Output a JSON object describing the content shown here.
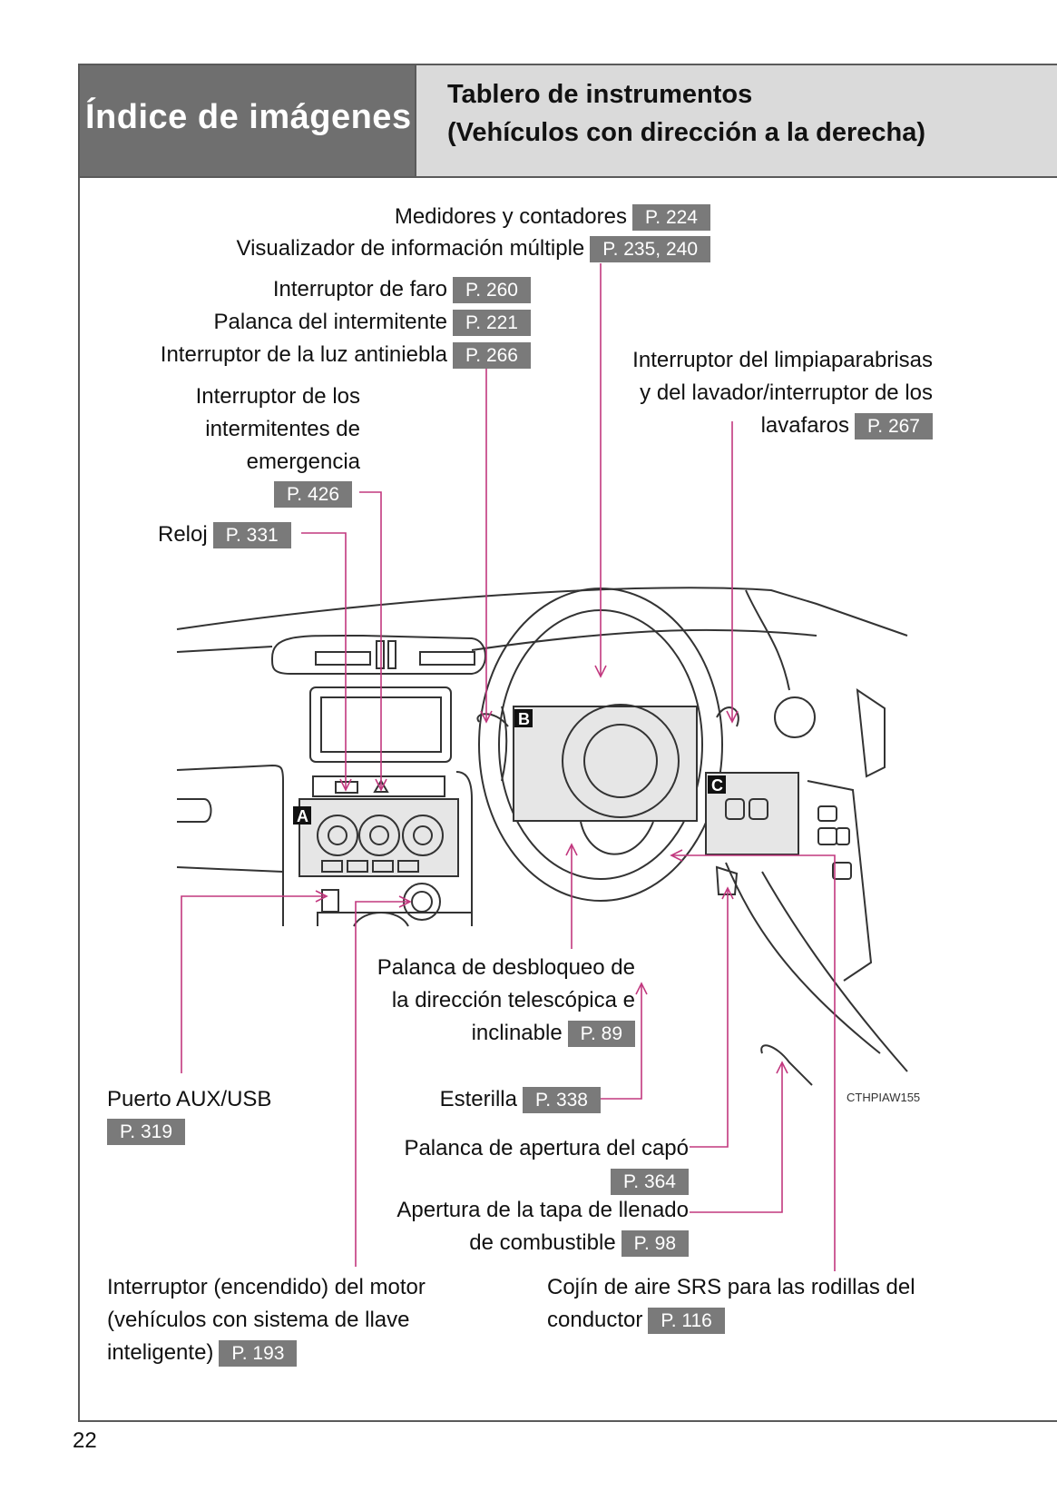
{
  "header": {
    "section": "Índice de imágenes",
    "title_line1": "Tablero de instrumentos",
    "title_line2": "(Vehículos con dirección a la derecha)"
  },
  "callouts": {
    "gauges": {
      "label": "Medidores y contadores",
      "page": "P. 224"
    },
    "multi_display": {
      "label": "Visualizador de información múltiple",
      "page": "P. 235, 240"
    },
    "headlight": {
      "label": "Interruptor de faro",
      "page": "P. 260"
    },
    "turn_signal": {
      "label": "Palanca del intermitente",
      "page": "P. 221"
    },
    "fog_light": {
      "label": "Interruptor de la luz antiniebla",
      "page": "P. 266"
    },
    "hazard": {
      "line1": "Interruptor de los",
      "line2": "intermitentes de",
      "line3": "emergencia",
      "page": "P. 426"
    },
    "clock": {
      "label": "Reloj",
      "page": "P. 331"
    },
    "wiper": {
      "line1": "Interruptor del limpiaparabrisas",
      "line2": "y del lavador/interruptor de los",
      "line3": "lavafaros",
      "page": "P. 267"
    },
    "tilt": {
      "line1": "Palanca de desbloqueo de",
      "line2": "la dirección telescópica e",
      "line3": "inclinable",
      "page": "P. 89"
    },
    "aux": {
      "label": "Puerto AUX/USB",
      "page": "P. 319"
    },
    "mat": {
      "label": "Esterilla",
      "page": "P. 338"
    },
    "hood": {
      "label": "Palanca de apertura del capó",
      "page": "P. 364"
    },
    "fuel": {
      "line1": "Apertura de la tapa de llenado",
      "line2": "de combustible",
      "page": "P. 98"
    },
    "engine": {
      "line1": "Interruptor (encendido) del motor",
      "line2": "(vehículos con sistema de llave",
      "line3": "inteligente)",
      "page": "P. 193"
    },
    "knee_airbag": {
      "line1": "Cojín de aire SRS para las rodillas del",
      "line2": "conductor",
      "page": "P. 116"
    }
  },
  "markers": {
    "a": "A",
    "b": "B",
    "c": "C"
  },
  "image_code": "CTHPIAW155",
  "page_number": "22",
  "colors": {
    "leader": "#c2387f",
    "badge": "#7a7a7a",
    "header_dark": "#6f6f6f",
    "header_light": "#dadada"
  }
}
